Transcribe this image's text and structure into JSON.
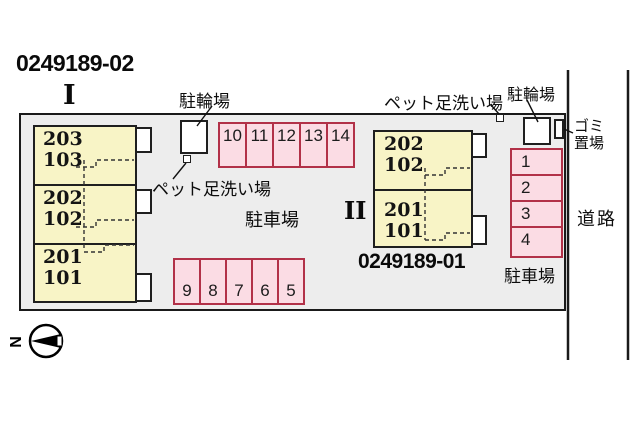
{
  "building_1": {
    "code": "0249189-02",
    "numeral": "I",
    "units": [
      {
        "upper": "203",
        "lower": "103"
      },
      {
        "upper": "202",
        "lower": "102"
      },
      {
        "upper": "201",
        "lower": "101"
      }
    ]
  },
  "building_2": {
    "code": "0249189-01",
    "numeral": "II",
    "units": [
      {
        "upper": "202",
        "lower": "102"
      },
      {
        "upper": "201",
        "lower": "101"
      }
    ]
  },
  "labels": {
    "bicycle_left": "駐輪場",
    "bicycle_right": "駐輪場",
    "pet_wash_left": "ペット足洗い場",
    "pet_wash_right": "ペット足洗い場",
    "parking_center": "駐車場",
    "parking_right": "駐車場",
    "garbage_line1": "ゴミ",
    "garbage_line2": "置場",
    "road": "道路",
    "north": "N"
  },
  "parking": {
    "top_row": [
      "10",
      "11",
      "12",
      "13",
      "14"
    ],
    "bottom_row": [
      "9",
      "8",
      "7",
      "6",
      "5"
    ],
    "right_column": [
      "1",
      "2",
      "3",
      "4"
    ]
  },
  "colors": {
    "site_fill": "#ededed",
    "unit_fill": "#f8f4c6",
    "parking_fill": "#fbdce4",
    "parking_border": "#b23148",
    "line": "#1a1a1a"
  }
}
